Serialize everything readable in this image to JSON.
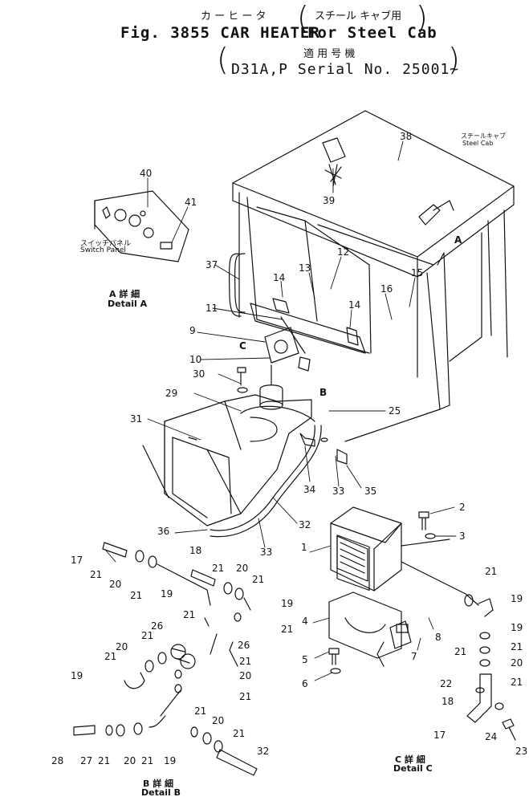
{
  "header": {
    "jp_title": "カ ー ヒ ー タ",
    "jp_sub": "スチール キャブ用",
    "fig_label": "Fig. 3855 CAR HEATER",
    "en_sub": "For Steel Cab",
    "jp_applicable": "適 用 号 機",
    "serial": "D31A,P Serial No. 25001~"
  },
  "annotations": {
    "steel_cab_jp": "スチールキャブ",
    "steel_cab_en": "Steel Cab",
    "switch_panel_jp": "スイッチパネル",
    "switch_panel_en": "Switch Panel",
    "detail_a_jp": "A 詳 細",
    "detail_a_en": "Detail A",
    "detail_b_jp": "B 詳 細",
    "detail_b_en": "Detail B",
    "detail_c_jp": "C 詳 細",
    "detail_c_en": "Detail C",
    "ref_a": "A",
    "ref_b": "B",
    "ref_c": "C"
  },
  "callouts": [
    "1",
    "2",
    "3",
    "4",
    "5",
    "6",
    "7",
    "8",
    "9",
    "10",
    "11",
    "12",
    "13",
    "14",
    "15",
    "16",
    "17",
    "18",
    "19",
    "20",
    "21",
    "22",
    "23",
    "24",
    "25",
    "26",
    "27",
    "28",
    "29",
    "30",
    "31",
    "32",
    "33",
    "34",
    "35",
    "36",
    "37",
    "38",
    "39",
    "40",
    "41"
  ]
}
